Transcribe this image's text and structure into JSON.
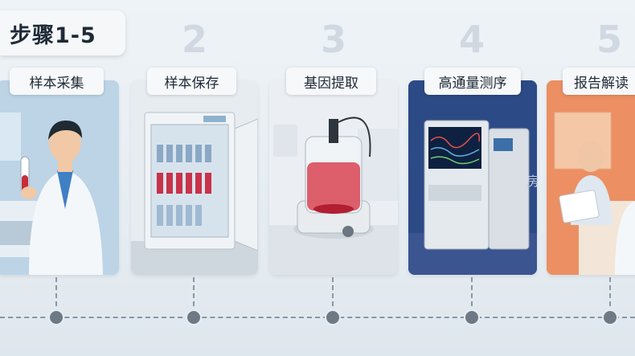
{
  "title": "步骤1-5",
  "steps": [
    {
      "number": "2",
      "label": "样本保存"
    },
    {
      "number": "3",
      "label": "基因提取"
    },
    {
      "number": "4",
      "label": "高通量测序"
    },
    {
      "number": "5",
      "label": "报告解读"
    }
  ],
  "step1_label": "样本采集",
  "side_glyph": "房",
  "colors": {
    "title_bg": "#f5f7f9",
    "sequencer_bg": "#2c4a86",
    "lab_bg": "#e9eef2",
    "report_bg": "#e98a5f",
    "timeline": "#8a97a3"
  }
}
